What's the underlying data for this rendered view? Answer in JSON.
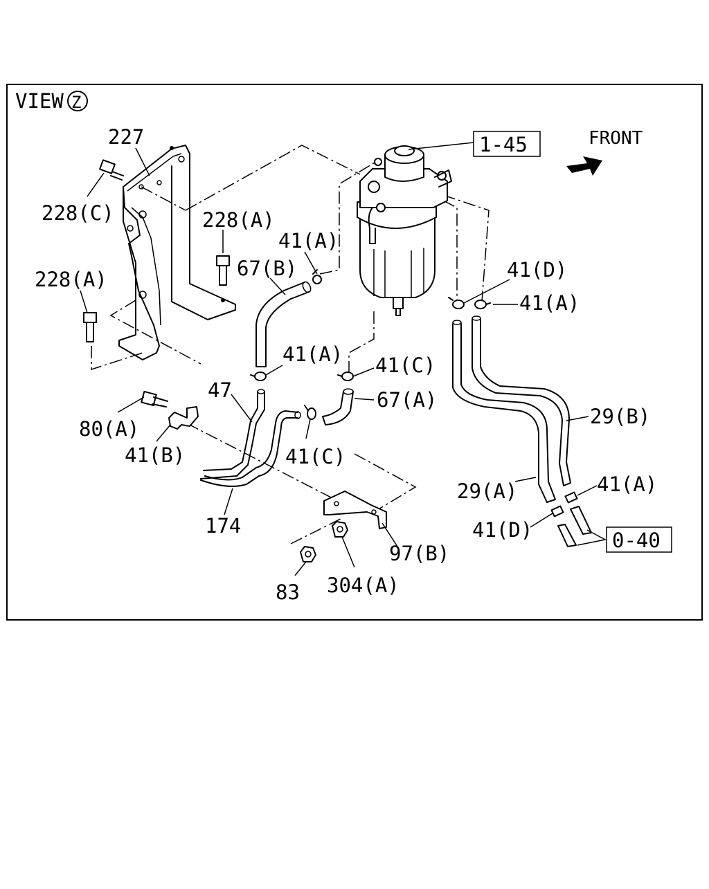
{
  "view_label": "VIEW",
  "view_letter": "Z",
  "front_label": "FRONT",
  "callouts": {
    "c_227": "227",
    "c_228c": "228(C)",
    "c_228a_top": "228(A)",
    "c_228a_left": "228(A)",
    "c_41a_top": "41(A)",
    "c_67b": "67(B)",
    "c_1_45": "1-45",
    "c_41d_right": "41(D)",
    "c_41a_right": "41(A)",
    "c_41a_mid": "41(A)",
    "c_41c_mid": "41(C)",
    "c_47": "47",
    "c_67a": "67(A)",
    "c_29b": "29(B)",
    "c_80a": "80(A)",
    "c_41b": "41(B)",
    "c_41c_low": "41(C)",
    "c_174": "174",
    "c_29a": "29(A)",
    "c_41a_low": "41(A)",
    "c_41d_low": "41(D)",
    "c_0_40": "0-40",
    "c_97b": "97(B)",
    "c_304a": "304(A)",
    "c_83": "83"
  }
}
